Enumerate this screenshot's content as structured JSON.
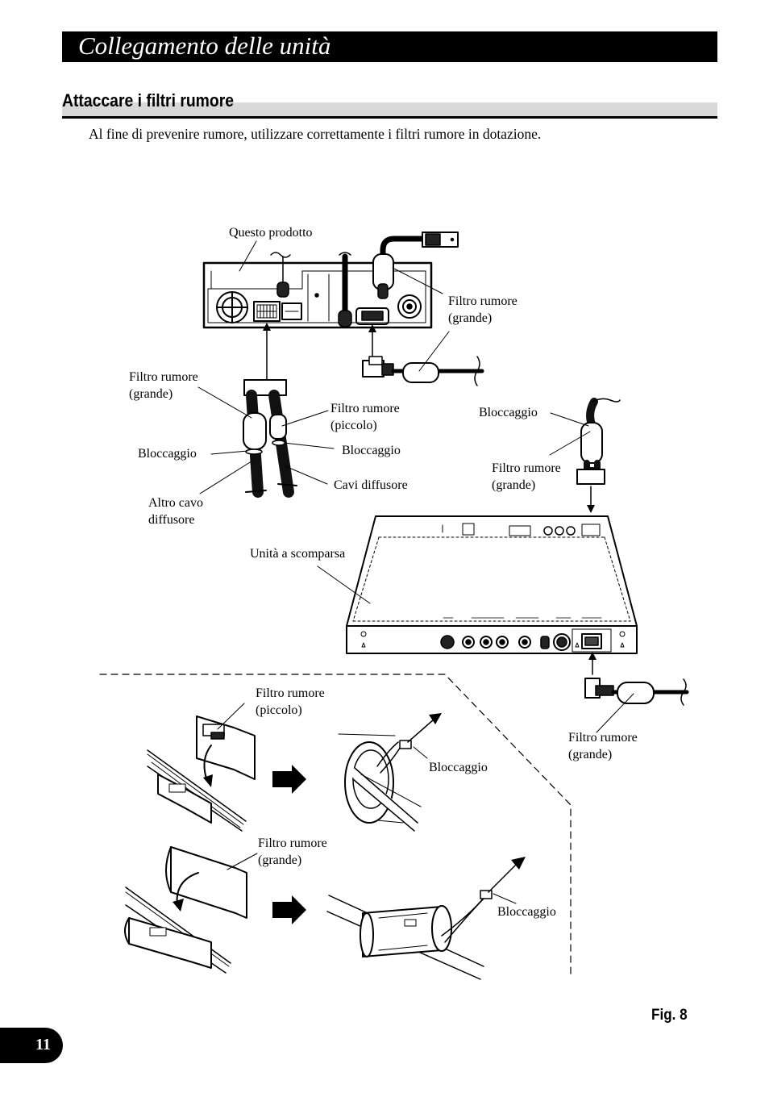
{
  "header": {
    "title": "Collegamento delle unità"
  },
  "section": {
    "title": "Attaccare i filtri rumore"
  },
  "intro": "Al fine di prevenire rumore, utilizzare correttamente i filtri rumore in dotazione.",
  "labels": {
    "questo_prodotto": "Questo prodotto",
    "filtro_grande_1a": "Filtro rumore",
    "filtro_grande_1b": "(grande)",
    "filtro_grande_2a": "Filtro rumore",
    "filtro_grande_2b": "(grande)",
    "filtro_piccolo_1a": "Filtro rumore",
    "filtro_piccolo_1b": "(piccolo)",
    "bloccaggio_1": "Bloccaggio",
    "bloccaggio_2": "Bloccaggio",
    "bloccaggio_3": "Bloccaggio",
    "cavi_diffusore": "Cavi diffusore",
    "altro_cavo_a": "Altro cavo",
    "altro_cavo_b": "diffusore",
    "filtro_grande_3a": "Filtro rumore",
    "filtro_grande_3b": "(grande)",
    "unita_scomparsa": "Unità a scomparsa",
    "filtro_grande_4a": "Filtro rumore",
    "filtro_grande_4b": "(grande)",
    "filtro_piccolo_2a": "Filtro rumore",
    "filtro_piccolo_2b": "(piccolo)",
    "bloccaggio_4": "Bloccaggio",
    "filtro_grande_5a": "Filtro rumore",
    "filtro_grande_5b": "(grande)",
    "bloccaggio_5": "Bloccaggio"
  },
  "figure_label": "Fig. 8",
  "page_number": "11"
}
